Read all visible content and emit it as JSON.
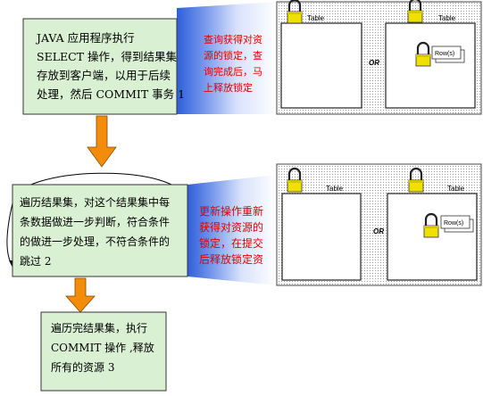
{
  "steps": [
    {
      "lines": [
        "JAVA 应用程序执行",
        "SELECT 操作，得到结果集",
        "存放到客户端，以用于后续",
        "处理，然后 COMMIT 事务 1"
      ]
    },
    {
      "lines": [
        "遍历结果集，对这个结果集中每",
        "条数据做进一步判断，符合条件",
        "的做进一步处理，不符合条件的",
        "跳过  2"
      ]
    },
    {
      "lines": [
        "遍历完结果集，执行",
        "COMMIT 操作 ,释放",
        "所有的资源  3"
      ]
    }
  ],
  "callouts": [
    {
      "lines": [
        "查询获得对资",
        "源的锁定，查",
        "询完成后，马",
        "上释放锁定"
      ]
    },
    {
      "lines": [
        "更新操作重新",
        "获得对资源的",
        "锁定，在提交",
        "后释放锁定资"
      ]
    }
  ],
  "panels": [
    {
      "table_label": "Table",
      "or_label": "OR",
      "rows_label": "Row(s)"
    },
    {
      "table_label": "Table",
      "or_label": "OR",
      "rows_label": "Row(s)"
    }
  ],
  "colors": {
    "box_fill": "#d9f0d3",
    "arrow_fill": "#f28c0a",
    "callout_text": "#e00000",
    "callout_fill": "#2f5fd8",
    "lock_body": "#f0e000"
  }
}
